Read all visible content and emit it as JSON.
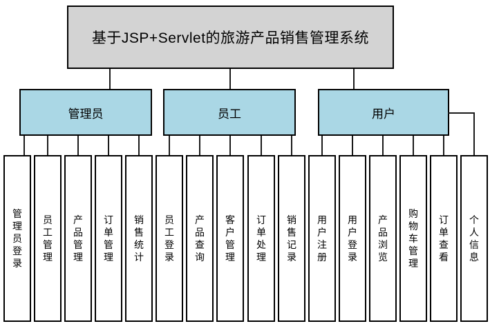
{
  "title": {
    "label": "基于JSP+Servlet的旅游产品销售管理系统"
  },
  "branches": [
    {
      "label": "管理员",
      "children": [
        "管理员登录",
        "员工管理",
        "产品管理",
        "订单管理",
        "销售统计"
      ]
    },
    {
      "label": "员工",
      "children": [
        "员工登录",
        "产品查询",
        "客户管理",
        "订单处理",
        "销售记录"
      ]
    },
    {
      "label": "用户",
      "children": [
        "用户注册",
        "用户登录",
        "产品浏览",
        "购物车管理",
        "订单查看",
        "个人信息"
      ]
    }
  ],
  "colors": {
    "title_fill": "#d3d3d3",
    "branch_fill": "#aad7e5",
    "leaf_fill": "#ffffff",
    "border": "#000000",
    "connector": "#1a1a1a"
  }
}
